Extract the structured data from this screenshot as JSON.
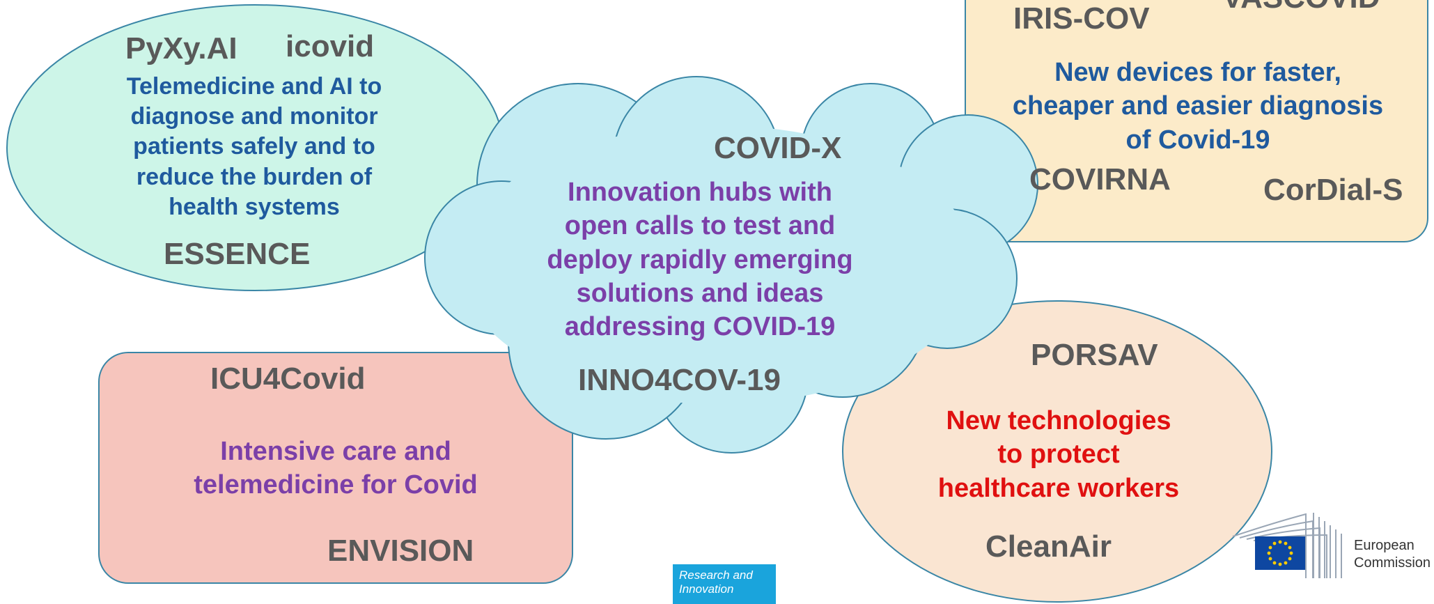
{
  "telemedicine_cluster": {
    "projects": [
      "PyXy.AI",
      "icovid",
      "ESSENCE"
    ],
    "description_lines": [
      "Telemedicine and AI to",
      "diagnose and monitor",
      "patients safely and to",
      "reduce the burden of",
      "health systems"
    ]
  },
  "diagnosis_cluster": {
    "projects": [
      "IRIS-COV",
      "VASCOVID",
      "COVIRNA",
      "CorDial-S"
    ],
    "description_lines": [
      "New devices for faster,",
      "cheaper and easier diagnosis",
      "of Covid-19"
    ]
  },
  "innovation_hubs_cluster": {
    "projects": [
      "COVID-X",
      "INNO4COV-19"
    ],
    "description_lines": [
      "Innovation hubs with",
      "open calls to test and",
      "deploy rapidly emerging",
      "solutions and ideas",
      "addressing COVID-19"
    ]
  },
  "intensive_care_cluster": {
    "projects": [
      "ICU4Covid",
      "ENVISION"
    ],
    "description_lines": [
      "Intensive care and",
      "telemedicine for Covid"
    ]
  },
  "healthcare_workers_cluster": {
    "projects": [
      "PORSAV",
      "CleanAir"
    ],
    "description_lines": [
      "New technologies",
      "to protect",
      "healthcare workers"
    ]
  },
  "footer": {
    "badge_lines": [
      "Research and",
      "Innovation"
    ],
    "commission_lines": [
      "European",
      "Commission"
    ]
  },
  "colors": {
    "mint_fill": "#cdf5e8",
    "cream_fill": "#fcebc9",
    "sky_fill": "#c4ecf3",
    "salmon_fill": "#f6c5bd",
    "peach_fill": "#fae5d2",
    "outline": "#3a86a6",
    "eu_blue": "#0e47a1",
    "eu_star": "#ffcc00"
  }
}
